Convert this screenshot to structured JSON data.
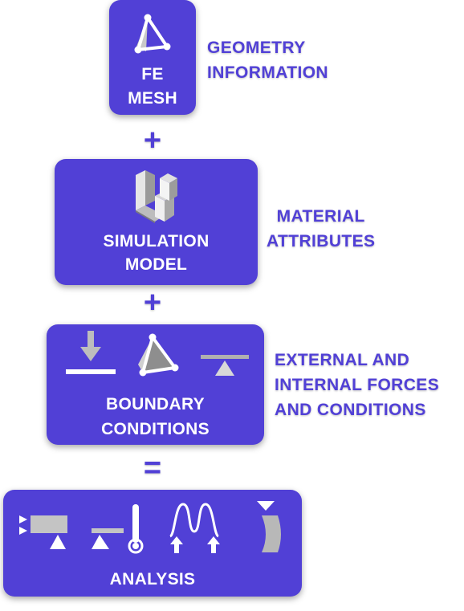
{
  "steps": [
    {
      "label_lines": [
        "FE",
        "MESH"
      ],
      "side_lines": [
        "GEOMETRY",
        "INFORMATION"
      ],
      "icon": "triangle-mesh-icon"
    },
    {
      "label_lines": [
        "SIMULATION",
        "MODEL"
      ],
      "side_lines": [
        "MATERIAL",
        "ATTRIBUTES"
      ],
      "icon": "material-blocks-icon"
    },
    {
      "label_lines": [
        "BOUNDARY",
        "CONDITIONS"
      ],
      "side_lines": [
        "EXTERNAL AND",
        "INTERNAL FORCES",
        "AND CONDITIONS"
      ],
      "icons": [
        "force-arrow-icon",
        "triangle-mesh-icon",
        "support-icon"
      ]
    },
    {
      "label_lines": [
        "ANALYSIS"
      ],
      "icons": [
        "static-load-icon",
        "thermal-icon",
        "dynamic-icon",
        "deformation-icon"
      ]
    }
  ],
  "operators": [
    "+",
    "+",
    "="
  ],
  "colors": {
    "box": "#5140d6",
    "text_on_box": "#ffffff",
    "side_text": "#5140d6"
  }
}
